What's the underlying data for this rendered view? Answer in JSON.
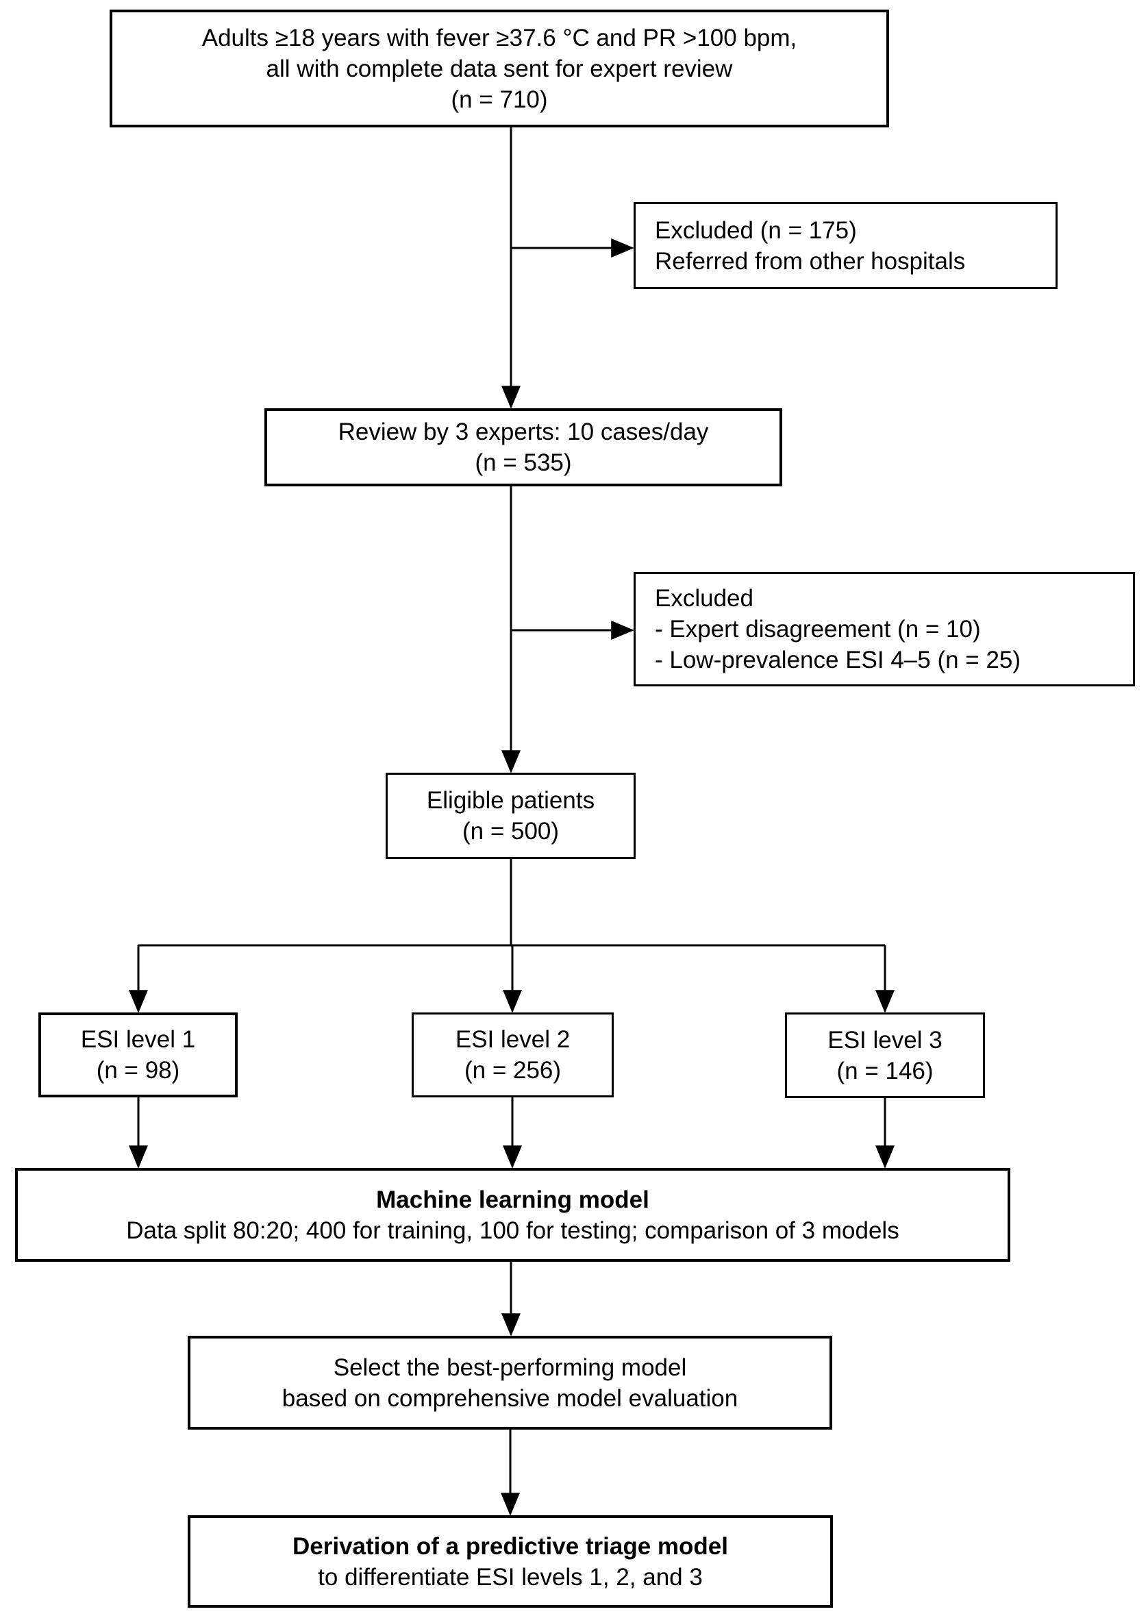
{
  "figure": {
    "type": "flowchart",
    "background_color": "#ffffff",
    "line_color": "#000000"
  },
  "nodes": {
    "screened": {
      "line1": "Adults ≥18 years with fever ≥37.6 °C and PR >100 bpm,",
      "line2": "all with complete data sent for expert review",
      "line3": "(n = 710)"
    },
    "excluded_referred": {
      "line1": "Excluded (n = 175)",
      "line2": "Referred from other hospitals"
    },
    "expert_review": {
      "line1": "Review by 3 experts: 10 cases/day",
      "line2": "(n = 535)"
    },
    "excluded_other": {
      "line1": "Excluded",
      "line2": "- Expert disagreement (n = 10)",
      "line3": "- Low-prevalence ESI 4–5 (n = 25)"
    },
    "eligible": {
      "line1": "Eligible patients",
      "line2": "(n = 500)"
    },
    "esi_level_1": {
      "line1": "ESI level 1",
      "line2": "(n = 98)"
    },
    "esi_level_2": {
      "line1": "ESI level 2",
      "line2": "(n = 256)"
    },
    "esi_level_3": {
      "line1": "ESI level 3",
      "line2": "(n = 146)"
    },
    "ml_model": {
      "title": "Machine learning model",
      "subtitle": "Data split 80:20; 400 for training, 100 for testing; comparison of 3 models"
    },
    "select_model": {
      "line1": "Select the best-performing model",
      "line2": "based on comprehensive model evaluation"
    },
    "derivation": {
      "title": "Derivation of a predictive triage model",
      "subtitle": "to differentiate ESI levels 1, 2, and 3"
    }
  },
  "edges": [
    {
      "from": "screened",
      "to": "expert_review"
    },
    {
      "from": "screened",
      "to": "excluded_referred"
    },
    {
      "from": "expert_review",
      "to": "eligible"
    },
    {
      "from": "expert_review",
      "to": "excluded_other"
    },
    {
      "from": "eligible",
      "to": "esi_level_1"
    },
    {
      "from": "eligible",
      "to": "esi_level_2"
    },
    {
      "from": "eligible",
      "to": "esi_level_3"
    },
    {
      "from": "esi_level_1",
      "to": "ml_model"
    },
    {
      "from": "esi_level_2",
      "to": "ml_model"
    },
    {
      "from": "esi_level_3",
      "to": "ml_model"
    },
    {
      "from": "ml_model",
      "to": "select_model"
    },
    {
      "from": "select_model",
      "to": "derivation"
    }
  ]
}
